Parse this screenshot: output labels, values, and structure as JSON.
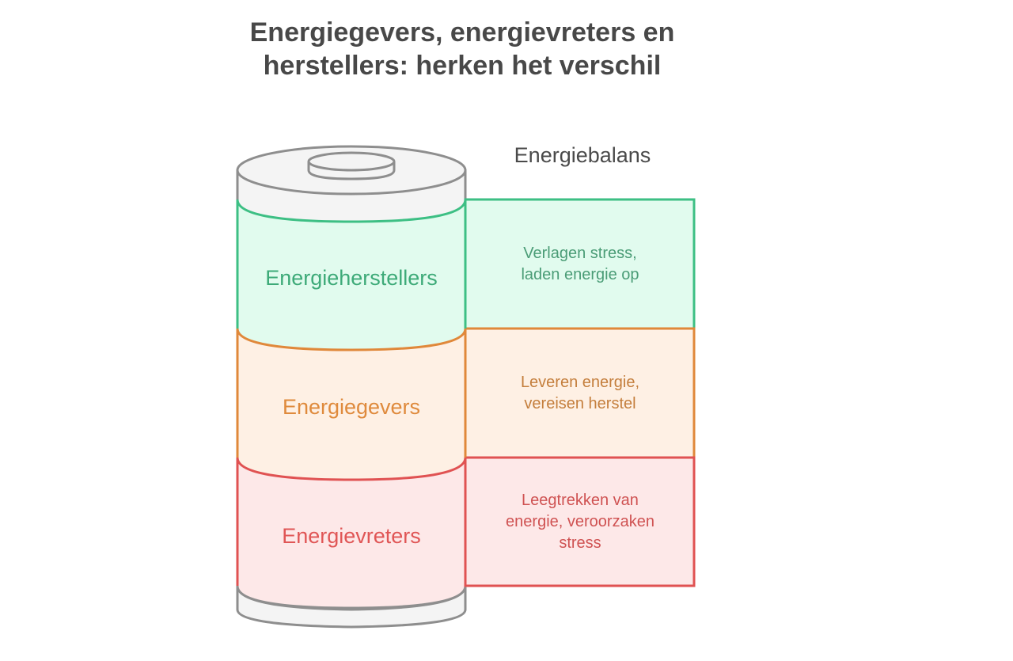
{
  "title": {
    "line1": "Energiegevers, energievreters en",
    "line2": "herstellers: herken het verschil"
  },
  "balance_label": "Energiebalans",
  "layers": [
    {
      "name": "Energieherstellers",
      "description_line1": "Verlagen stress,",
      "description_line2": "laden energie op",
      "stroke": "#3dbf84",
      "fill": "#e1fbee",
      "text_color": "#3daa78",
      "desc_color": "#4a9c76"
    },
    {
      "name": "Energiegevers",
      "description_line1": "Leveren energie,",
      "description_line2": "vereisen herstel",
      "stroke": "#e0883a",
      "fill": "#fef0e4",
      "text_color": "#df8a3c",
      "desc_color": "#c47e3c"
    },
    {
      "name": "Energievreters",
      "description_line1": "Leegtrekken van",
      "description_line2": "energie, veroorzaken",
      "description_line3": "stress",
      "stroke": "#e05252",
      "fill": "#fde8e8",
      "text_color": "#e05656",
      "desc_color": "#cf5252"
    }
  ],
  "battery": {
    "shell_stroke": "#8e8e8e",
    "shell_fill": "#f4f4f4"
  }
}
